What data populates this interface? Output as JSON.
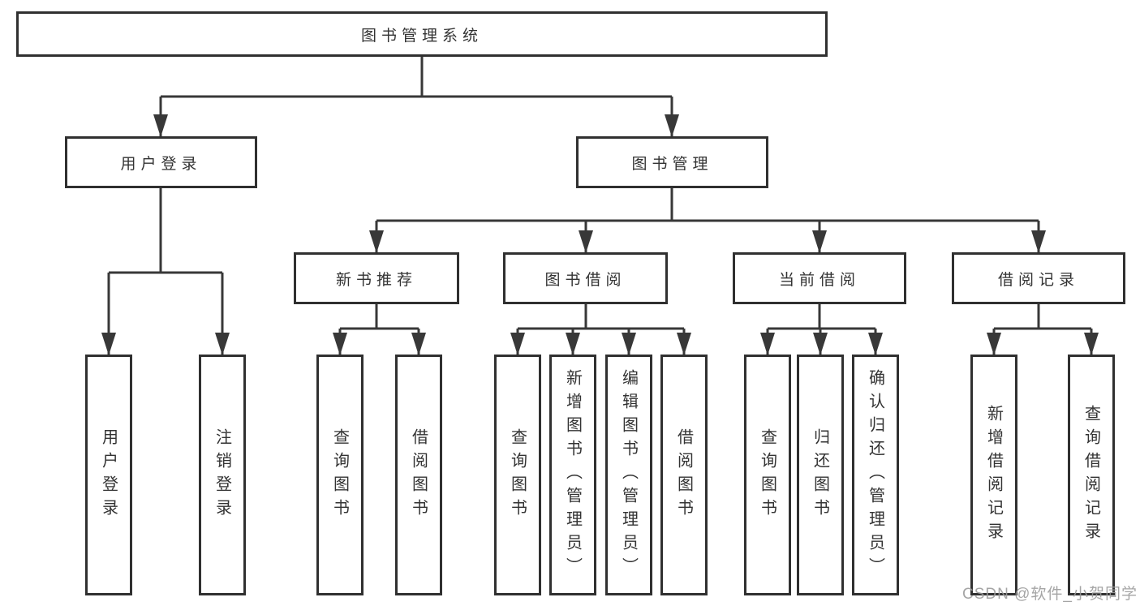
{
  "colors": {
    "background": "#ffffff",
    "line": "#383838",
    "box_border": "#303030",
    "text": "#333333",
    "watermark": "#9c9c9c"
  },
  "watermark": {
    "text": "CSDN @软件_小贺同学"
  },
  "tree": {
    "root": {
      "label": "图书管理系统"
    },
    "branches": [
      {
        "label": "用户登录",
        "children": [
          {
            "label": "用户登录"
          },
          {
            "label": "注销登录"
          }
        ]
      },
      {
        "label": "图书管理",
        "sections": [
          {
            "label": "新书推荐",
            "children": [
              {
                "label": "查询图书"
              },
              {
                "label": "借阅图书"
              }
            ]
          },
          {
            "label": "图书借阅",
            "children": [
              {
                "label": "查询图书"
              },
              {
                "label": "新增图书（管理员）"
              },
              {
                "label": "编辑图书（管理员）"
              },
              {
                "label": "借阅图书"
              }
            ]
          },
          {
            "label": "当前借阅",
            "children": [
              {
                "label": "查询图书"
              },
              {
                "label": "归还图书"
              },
              {
                "label": "确认归还（管理员）"
              }
            ]
          },
          {
            "label": "借阅记录",
            "children": [
              {
                "label": "新增借阅记录"
              },
              {
                "label": "查询借阅记录"
              }
            ]
          }
        ]
      }
    ]
  }
}
